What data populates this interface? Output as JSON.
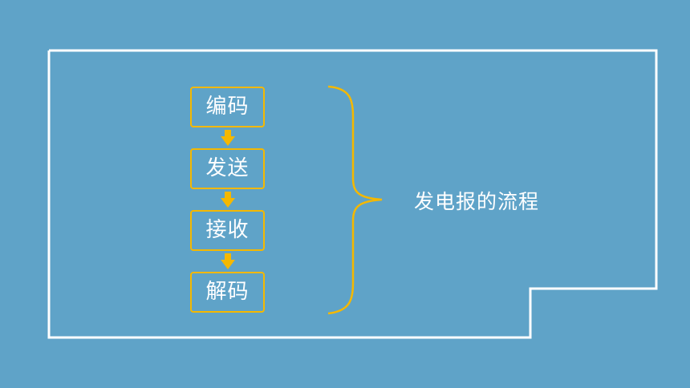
{
  "diagram": {
    "steps": [
      "编码",
      "发送",
      "接收",
      "解码"
    ],
    "summary": "发电报的流程"
  },
  "colors": {
    "background": "#5fa3c8",
    "frame": "#ffffff",
    "accent": "#f5b800",
    "text": "#ffffff"
  }
}
